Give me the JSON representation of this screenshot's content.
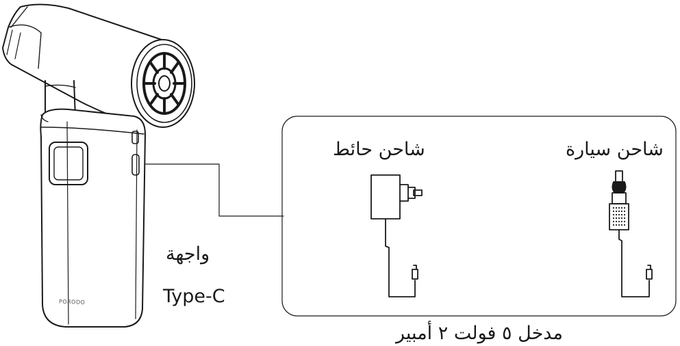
{
  "product": {
    "brand_text": "PORODO",
    "port_label_line1": "واجهة",
    "port_label_line2": "Type-C"
  },
  "chargers": {
    "wall_charger_label": "شاحن حائط",
    "car_charger_label": "شاحن سيارة",
    "input_spec": "مدخل ٥ فولت ٢ أمبير"
  }
}
